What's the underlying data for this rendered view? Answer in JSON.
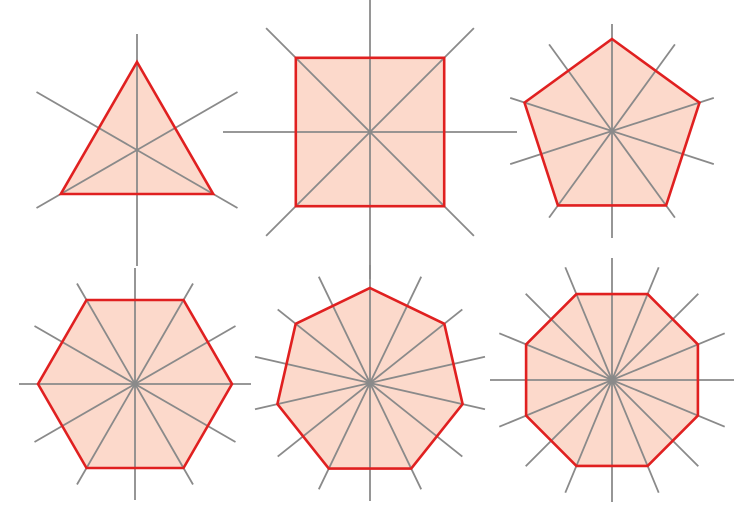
{
  "colors": {
    "background": "#ffffff",
    "fill": "#fcd9cb",
    "outline": "#e02020",
    "symmetry_line": "#8a8a8a"
  },
  "shapes": [
    {
      "name": "triangle",
      "sides": 3
    },
    {
      "name": "square",
      "sides": 4
    },
    {
      "name": "pentagon",
      "sides": 5
    },
    {
      "name": "hexagon",
      "sides": 6
    },
    {
      "name": "heptagon",
      "sides": 7
    },
    {
      "name": "octagon",
      "sides": 8
    }
  ]
}
